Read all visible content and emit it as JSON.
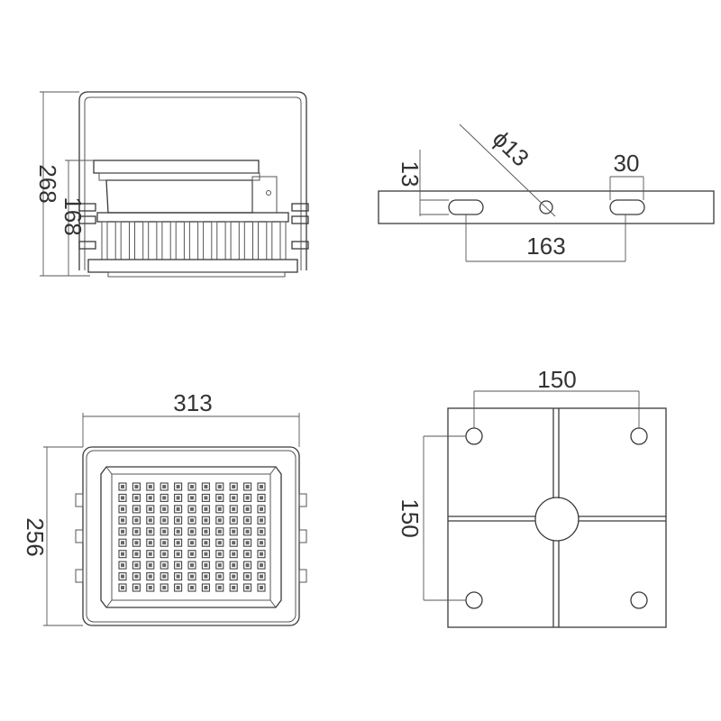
{
  "side_view": {
    "dims": {
      "total_height": "268",
      "body_height": "168"
    }
  },
  "bracket_view": {
    "dims": {
      "hole_diameter": "ϕ13",
      "slot_height": "13",
      "slot_width": "30",
      "slot_spacing": "163"
    }
  },
  "front_view": {
    "dims": {
      "width": "313",
      "height": "256"
    },
    "led_grid": {
      "rows": 10,
      "cols": 11
    }
  },
  "mount_plate_view": {
    "dims": {
      "hole_spacing_x": "150",
      "hole_spacing_y": "150"
    }
  },
  "colors": {
    "line": "#3a3a3a",
    "background": "#ffffff"
  }
}
